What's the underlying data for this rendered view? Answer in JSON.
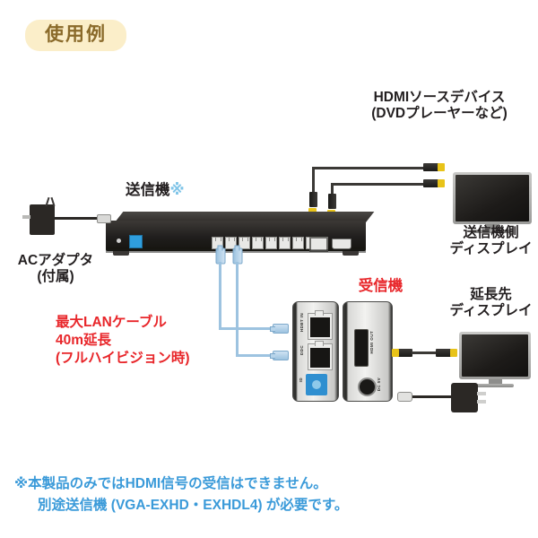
{
  "header": {
    "badge_label": "使用例"
  },
  "labels": {
    "hdmi_source": {
      "line1": "HDMIソースデバイス",
      "line2": "(DVDプレーヤーなど)"
    },
    "transmitter": {
      "text": "送信機",
      "mark": "※"
    },
    "ac_adapter": {
      "line1": "ACアダプタ",
      "line2": "(付属)"
    },
    "lan_note": {
      "line1": "最大LANケーブル",
      "line2": "40m延長",
      "line3": "(フルハイビジョン時)"
    },
    "receiver": {
      "text": "受信機"
    },
    "tx_display": {
      "line1": "送信機側",
      "line2": "ディスプレイ"
    },
    "ext_display": {
      "line1": "延長先",
      "line2": "ディスプレイ"
    }
  },
  "device_ports": {
    "receiver_lan_top": "HDBT IN",
    "receiver_lan_bottom": "DDC",
    "receiver_dial": "ID",
    "receiver_hdmi_out": "HDMI OUT",
    "receiver_dc": "DC 5V"
  },
  "footnote": {
    "line1": "※本製品のみではHDMI信号の受信はできません。",
    "line2": "別途送信機 (VGA-EXHD・EXHDL4) が必要です。"
  },
  "colors": {
    "badge_bg": "#fbeec9",
    "badge_text": "#8a6a2a",
    "red": "#e8262a",
    "blue": "#3a9ad9",
    "label_black": "#231f20",
    "lan_cable": "#9dc3e0",
    "hdmi_tip": "#e8c319"
  }
}
